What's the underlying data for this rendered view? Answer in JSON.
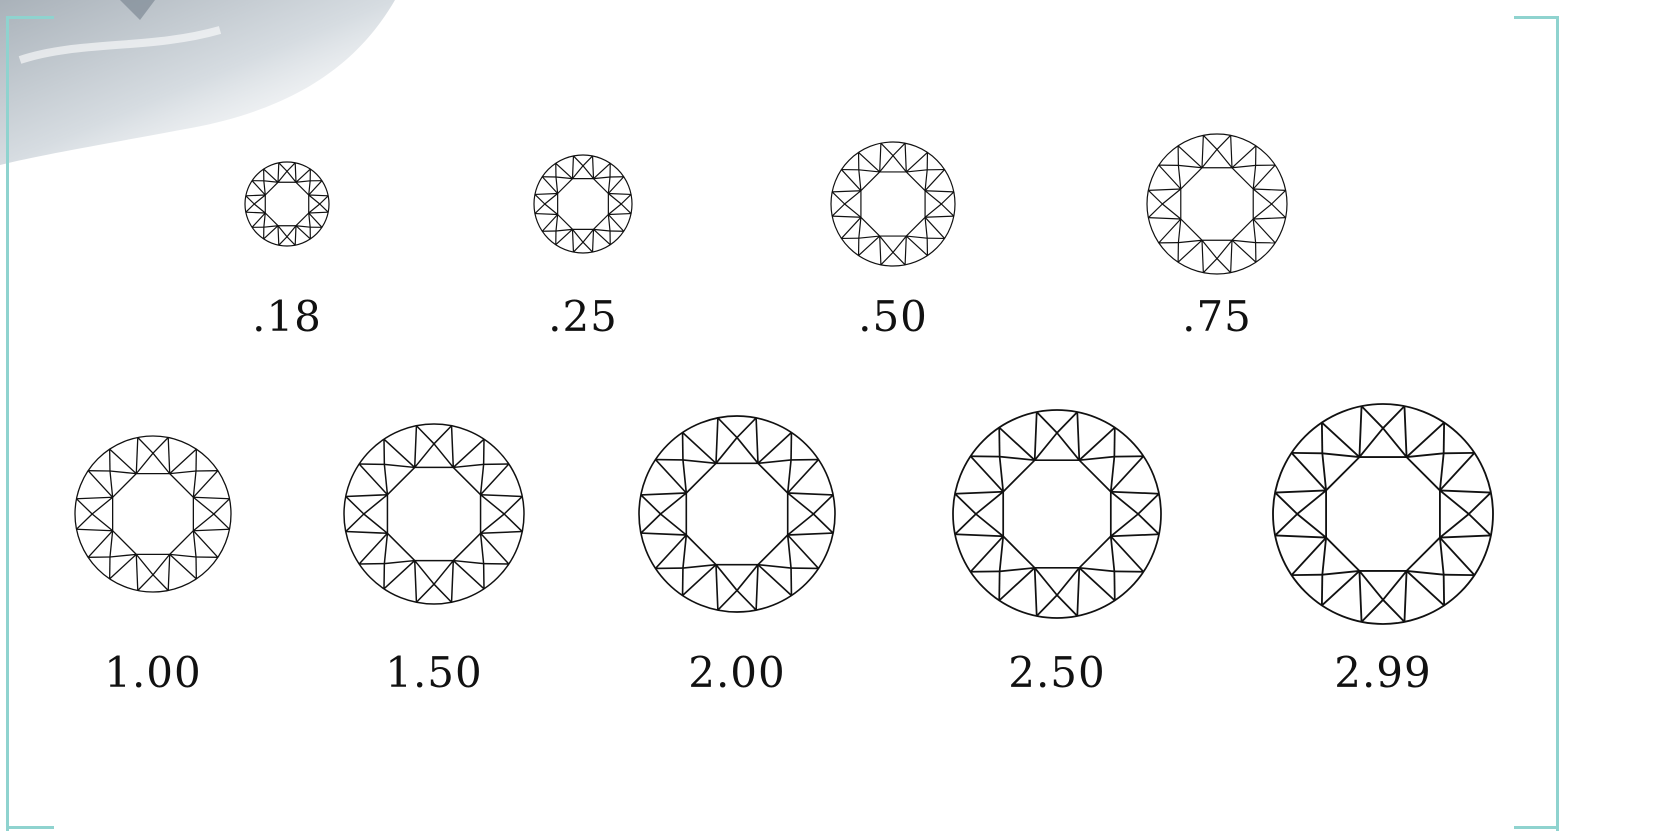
{
  "colors": {
    "frame": "#8fd3cf",
    "outline": "#111111",
    "label": "#111111"
  },
  "decoration": {
    "icon": "diamond-ring-photo"
  },
  "diamonds": [
    {
      "carat": ".18"
    },
    {
      "carat": ".25"
    },
    {
      "carat": ".50"
    },
    {
      "carat": ".75"
    },
    {
      "carat": "1.00"
    },
    {
      "carat": "1.50"
    },
    {
      "carat": "2.00"
    },
    {
      "carat": "2.50"
    },
    {
      "carat": "2.99"
    }
  ]
}
